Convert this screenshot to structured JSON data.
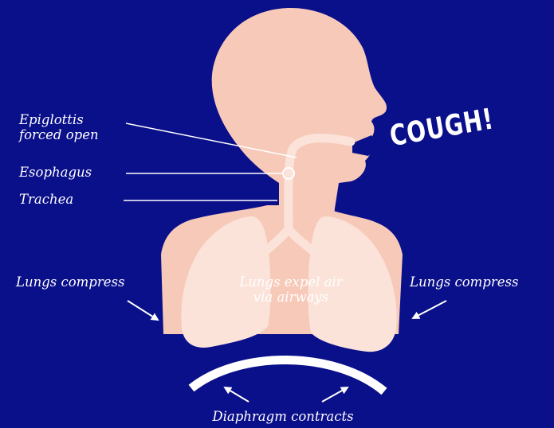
{
  "labels": {
    "epiglottis_line1": "Epiglottis",
    "epiglottis_line2": "forced open",
    "esophagus": "Esophagus",
    "trachea": "Trachea",
    "lungs_compress_left": "Lungs compress",
    "lungs_compress_right": "Lungs compress",
    "lungs_expel_line1": "Lungs expel air",
    "lungs_expel_line2": "via airways",
    "diaphragm": "Diaphragm contracts",
    "cough": "COUGH!"
  },
  "colors": {
    "background": "#0a0f8a",
    "skin": "#f7c9b8",
    "lungs": "#fbe3da",
    "airway": "#fbe3da",
    "lines": "#ffffff"
  },
  "icons": {
    "arrow": "arrow-icon",
    "diaphragm": "diaphragm-arc"
  }
}
